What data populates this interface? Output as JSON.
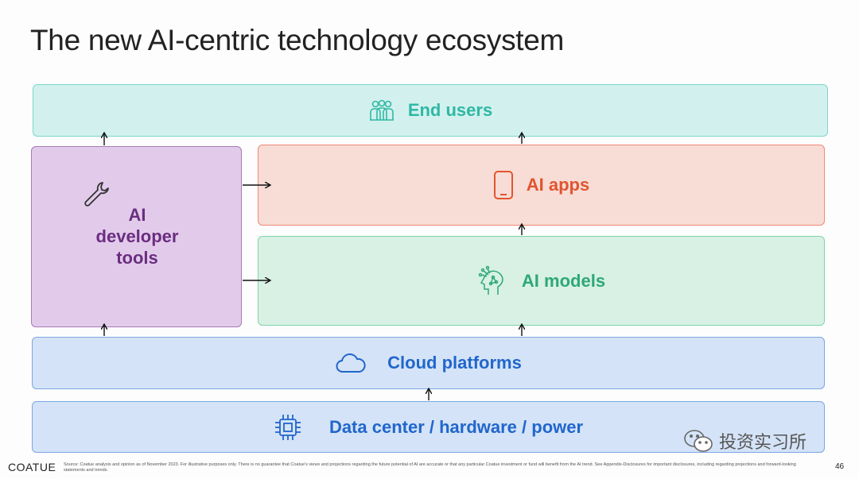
{
  "title": "The new AI-centric technology ecosystem",
  "layers": {
    "end_users": {
      "label": "End users",
      "icon": "users-icon"
    },
    "dev_tools": {
      "lines": [
        "AI",
        "developer",
        "tools"
      ],
      "icon": "wrench-icon"
    },
    "ai_apps": {
      "label": "AI apps",
      "icon": "phone-icon"
    },
    "ai_models": {
      "label": "AI models",
      "icon": "ai-head-icon"
    },
    "cloud": {
      "label": "Cloud platforms",
      "icon": "cloud-icon"
    },
    "data_center": {
      "label": "Data center / hardware / power",
      "icon": "chip-icon"
    }
  },
  "footer": {
    "logo": "COATUE",
    "source": "Source: Coatue analysis and opinion as of November 2023. For illustrative purposes only. There is no guarantee that Coatue's views and projections regarding the future potential of AI are accurate or that any particular Coatue investment or fund will benefit from the AI trend. See Appendix-Disclosures for important disclosures, including regarding projections and forward-looking statements and trends.",
    "page": "46"
  },
  "watermark": "投资实习所",
  "colors": {
    "end_users": "#2fb8a4",
    "dev_tools": "#6a2d80",
    "ai_apps": "#e0552f",
    "ai_models": "#2ea877",
    "cloud": "#2166cc"
  }
}
